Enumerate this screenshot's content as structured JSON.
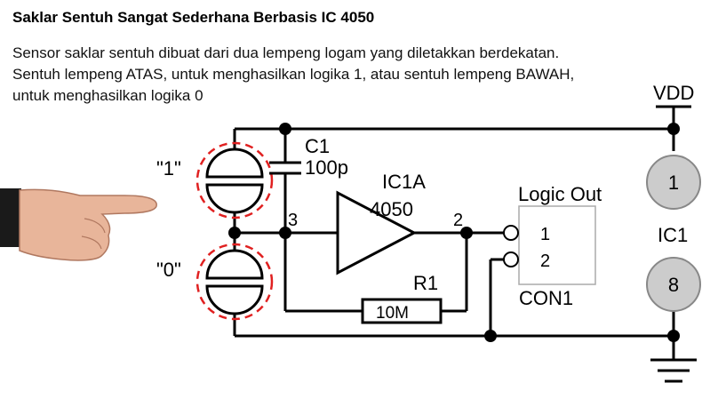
{
  "title": "Saklar Sentuh Sangat Sederhana Berbasis IC 4050",
  "description": [
    "Sensor saklar sentuh dibuat dari dua lempeng logam yang diletakkan berdekatan.",
    "Sentuh lempeng ATAS, untuk menghasilkan logika 1, atau sentuh lempeng BAWAH,",
    "untuk menghasilkan logika 0"
  ],
  "labels": {
    "vdd": "VDD",
    "plate_top": "\"1\"",
    "plate_bottom": "\"0\"",
    "c1_name": "C1",
    "c1_value": "100p",
    "ic_name": "IC1A",
    "ic_type": "4050",
    "pin_in": "3",
    "pin_out": "2",
    "r1_name": "R1",
    "r1_value": "10M",
    "logic_out": "Logic Out",
    "con_pin1": "1",
    "con_pin2": "2",
    "con_name": "CON1",
    "ic1_label": "IC1",
    "ic1_pin_top": "1",
    "ic1_pin_bottom": "8"
  },
  "colors": {
    "wire": "#000000",
    "touch_ring": "#e02020",
    "pin_circle": "#cccccc",
    "connector_box": "#aaaaaa",
    "skin": "#e8b59a"
  }
}
